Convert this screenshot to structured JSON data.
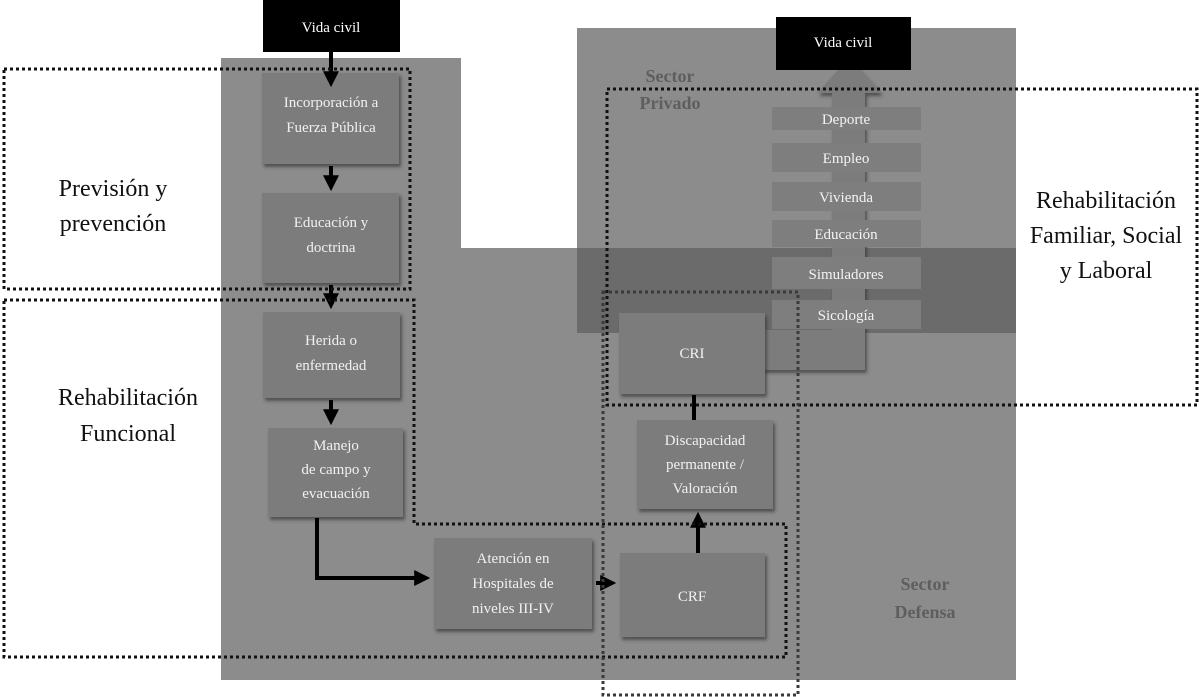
{
  "colors": {
    "sector_gray": "#8c8c8c",
    "band_dark": "#6b6b6b",
    "box_fill": "#7c7c7c",
    "service_fill": "#7e7e7e",
    "big_arrow_fill": "#7b7b7b",
    "terminal_fill": "#000000"
  },
  "terminals": {
    "start": "Vida civil",
    "end": "Vida civil"
  },
  "zones": {
    "prevision": [
      "Previsión y",
      "prevención"
    ],
    "rehab_funcional": [
      "Rehabilitación",
      "Funcional"
    ],
    "rehab_familiar": [
      "Rehabilitación",
      "Familiar, Social",
      "y Laboral"
    ]
  },
  "sectors": {
    "privado": [
      "Sector",
      "Privado"
    ],
    "defensa": [
      "Sector",
      "Defensa"
    ]
  },
  "steps": [
    {
      "id": "incorporacion",
      "lines": [
        "Incorporación a",
        "Fuerza Pública"
      ]
    },
    {
      "id": "educacion-doctrina",
      "lines": [
        "Educación  y",
        "doctrina"
      ]
    },
    {
      "id": "herida",
      "lines": [
        "Herida o",
        "enfermedad"
      ]
    },
    {
      "id": "manejo",
      "lines": [
        "Manejo",
        "de campo y",
        "evacuación"
      ]
    },
    {
      "id": "atencion",
      "lines": [
        "Atención en",
        "Hospitales de",
        "niveles III-IV"
      ]
    },
    {
      "id": "crf",
      "lines": [
        "CRF"
      ]
    },
    {
      "id": "discapacidad",
      "lines": [
        "Discapacidad",
        "permanente /",
        "Valoración"
      ]
    },
    {
      "id": "cri",
      "lines": [
        "CRI"
      ]
    }
  ],
  "services": [
    "Deporte",
    "Empleo",
    "Vivienda",
    "Educación",
    "Simuladores",
    "Sicología"
  ]
}
